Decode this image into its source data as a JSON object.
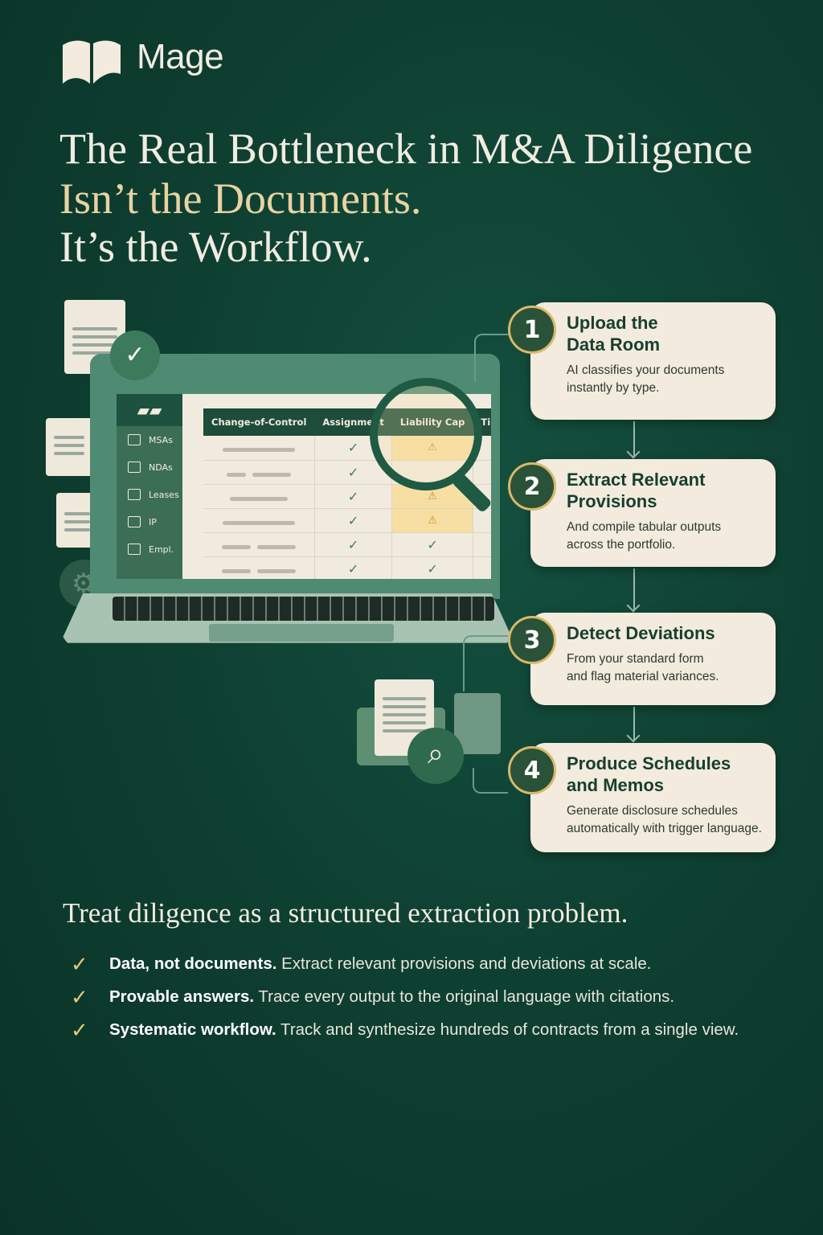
{
  "brand": {
    "name": "Mage",
    "logo_icon": "open-book-icon"
  },
  "title": {
    "line1": "The Real Bottleneck in M&A Diligence",
    "line2": "Isn’t the Documents.",
    "line3": "It’s the Workflow."
  },
  "colors": {
    "background": "#0e3f31",
    "accent_gold": "#e8d3a2",
    "card": "#f3ebdd",
    "warning": "#f7dfa3"
  },
  "app": {
    "sidebar": [
      {
        "label": "MSAs",
        "icon": "check-box-icon"
      },
      {
        "label": "NDAs",
        "icon": "check-box-icon"
      },
      {
        "label": "Leases",
        "icon": "image-icon"
      },
      {
        "label": "IP",
        "icon": "square-icon"
      },
      {
        "label": "Empl.",
        "icon": "plus-icon"
      }
    ],
    "columns": [
      "Change-of-Control",
      "Assignment",
      "Liability Cap",
      "Ti"
    ],
    "rows": [
      [
        "check",
        "warn"
      ],
      [
        "check",
        "none"
      ],
      [
        "check",
        "warn"
      ],
      [
        "check",
        "warn"
      ],
      [
        "check",
        "check"
      ],
      [
        "check",
        "check"
      ]
    ]
  },
  "steps": [
    {
      "number": "1",
      "title_a": "Upload the",
      "title_b": "Data Room",
      "desc_a": "AI classifies your documents",
      "desc_b": "instantly by type."
    },
    {
      "number": "2",
      "title_a": "Extract Relevant",
      "title_b": "Provisions",
      "desc_a": "And compile tabular outputs",
      "desc_b": "across the portfolio."
    },
    {
      "number": "3",
      "title_a": "Detect Deviations",
      "title_b": "",
      "desc_a": "From your standard form",
      "desc_b": "and flag material variances."
    },
    {
      "number": "4",
      "title_a": "Produce Schedules",
      "title_b": "and Memos",
      "desc_a": "Generate disclosure schedules",
      "desc_b": "automatically with trigger language."
    }
  ],
  "summary": {
    "heading": "Treat diligence as a structured extraction problem.",
    "bullets": [
      {
        "bold": "Data, not documents.",
        "text": " Extract relevant provisions and deviations at scale."
      },
      {
        "bold": "Provable answers.",
        "text": " Trace every output to the original language with citations."
      },
      {
        "bold": "Systematic workflow.",
        "text": " Track and synthesize hundreds of contracts from a single view."
      }
    ]
  }
}
